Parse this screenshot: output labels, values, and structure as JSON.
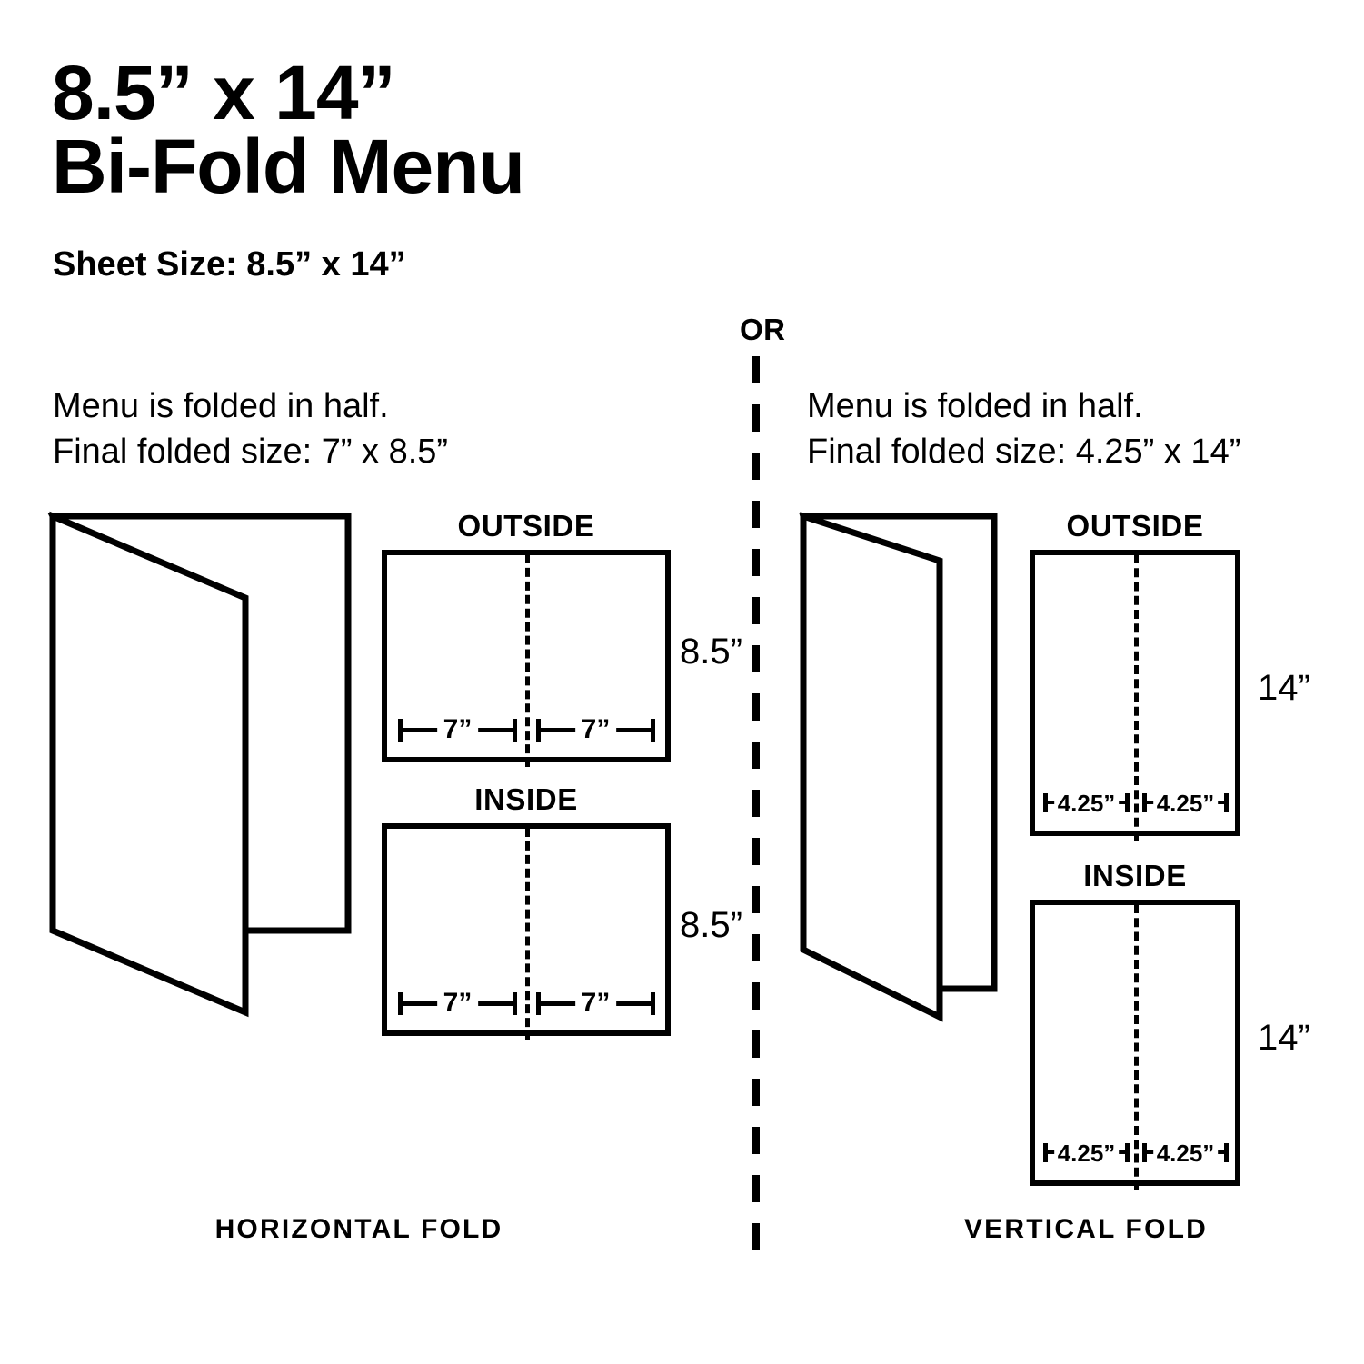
{
  "header": {
    "title_line1": "8.5” x 14”",
    "title_line2": "Bi-Fold Menu",
    "sheet_size": "Sheet Size: 8.5” x 14”"
  },
  "divider": {
    "or_label": "OR"
  },
  "options": [
    {
      "id": "horizontal",
      "description": "Menu is folded in half.\nFinal folded size: 7” x 8.5”",
      "caption": "HORIZONTAL FOLD",
      "spreads": [
        {
          "label": "OUTSIDE",
          "height_dim": "8.5”",
          "left_dim": "7”",
          "right_dim": "7”"
        },
        {
          "label": "INSIDE",
          "height_dim": "8.5”",
          "left_dim": "7”",
          "right_dim": "7”"
        }
      ]
    },
    {
      "id": "vertical",
      "description": "Menu is folded in half.\nFinal folded size: 4.25” x 14”",
      "caption": "VERTICAL FOLD",
      "spreads": [
        {
          "label": "OUTSIDE",
          "height_dim": "14”",
          "left_dim": "4.25”",
          "right_dim": "4.25”"
        },
        {
          "label": "INSIDE",
          "height_dim": "14”",
          "left_dim": "4.25”",
          "right_dim": "4.25”"
        }
      ]
    }
  ],
  "colors": {
    "stroke": "#000000",
    "background": "#ffffff"
  }
}
